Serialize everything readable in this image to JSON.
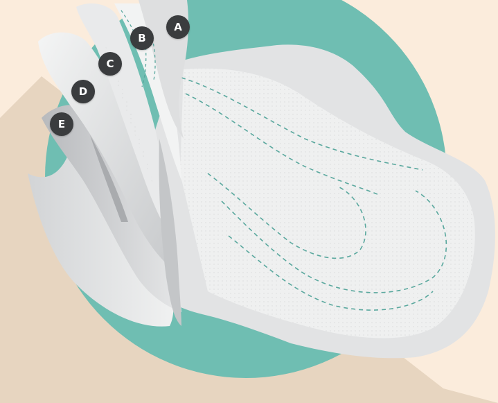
{
  "colors": {
    "background": "#fbecdc",
    "circle": "#6fbeb2",
    "shadow": "#d9c7b1",
    "pad_surface": "#e7e8e9",
    "stitching": "#5aa89e",
    "badge": "#3a3c3e"
  },
  "layers": [
    {
      "id": "A",
      "label": "A"
    },
    {
      "id": "B",
      "label": "B"
    },
    {
      "id": "C",
      "label": "C"
    },
    {
      "id": "D",
      "label": "D"
    },
    {
      "id": "E",
      "label": "E"
    }
  ]
}
